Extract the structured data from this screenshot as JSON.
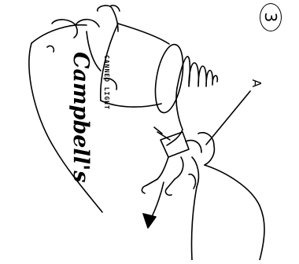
{
  "step_number": "3",
  "can": {
    "brand": "Campbell's",
    "product": "CANNED LIGHT"
  },
  "callout_label": "A"
}
